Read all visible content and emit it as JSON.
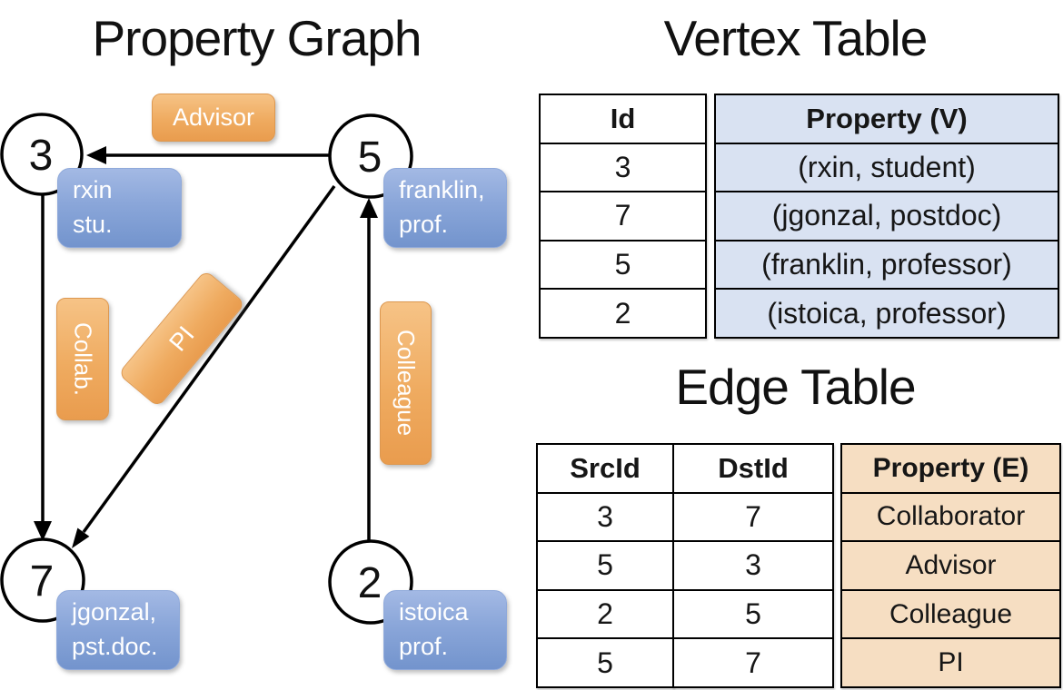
{
  "titles": {
    "graph": "Property Graph",
    "vertex_table": "Vertex Table",
    "edge_table": "Edge Table"
  },
  "graph": {
    "nodes": [
      {
        "id": "3",
        "property": [
          "rxin",
          "stu."
        ]
      },
      {
        "id": "5",
        "property": [
          "franklin,",
          "prof."
        ]
      },
      {
        "id": "7",
        "property": [
          "jgonzal,",
          "pst.doc."
        ]
      },
      {
        "id": "2",
        "property": [
          "istoica",
          "prof."
        ]
      }
    ],
    "edge_labels": {
      "advisor": "Advisor",
      "collab": "Collab.",
      "colleague": "Colleague",
      "pi": "PI"
    }
  },
  "vertex_table": {
    "headers": {
      "id": "Id",
      "property": "Property (V)"
    },
    "rows": [
      {
        "id": "3",
        "property": "(rxin, student)"
      },
      {
        "id": "7",
        "property": "(jgonzal, postdoc)"
      },
      {
        "id": "5",
        "property": "(franklin, professor)"
      },
      {
        "id": "2",
        "property": "(istoica, professor)"
      }
    ]
  },
  "edge_table": {
    "headers": {
      "src": "SrcId",
      "dst": "DstId",
      "property": "Property (E)"
    },
    "rows": [
      {
        "src": "3",
        "dst": "7",
        "property": "Collaborator"
      },
      {
        "src": "5",
        "dst": "3",
        "property": "Advisor"
      },
      {
        "src": "2",
        "dst": "5",
        "property": "Colleague"
      },
      {
        "src": "5",
        "dst": "7",
        "property": "PI"
      }
    ]
  },
  "colors": {
    "edge_label_orange": "#efab60",
    "vertex_label_blue": "#8aa6d9",
    "vertex_table_fill": "#d9e2f2",
    "edge_table_fill": "#f6dec2"
  }
}
